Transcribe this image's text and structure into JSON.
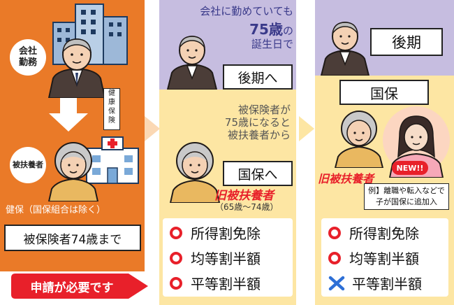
{
  "left": {
    "employed_tag": "会社\n勤務",
    "card_label": "健\n康\n保\n険",
    "dependent_tag": "被扶養者",
    "insurance_note": "健保（国保組合は除く）",
    "until_box": "被保険者74歳まで"
  },
  "middle": {
    "caption_pre": "会社に勤めていても",
    "caption_age": "75歳",
    "caption_suffix": "の",
    "caption_line3": "誕生日で",
    "to_late_stage": "後期へ",
    "note": "被保険者が\n75歳になると\n被扶養者から",
    "to_kokuho": "国保へ",
    "former_dependent": "旧被扶養者",
    "age_range": "（65歳～74歳）",
    "benefits": [
      "所得割免除",
      "均等割半額",
      "平等割半額"
    ]
  },
  "right": {
    "late_stage": "後期",
    "kokuho": "国保",
    "former_dependent": "旧被扶養者",
    "new_badge": "NEW!!",
    "example_note": "例】離職や転入などで\n子が国保に追加入",
    "benefits": [
      {
        "label": "所得割免除",
        "mark": "circle"
      },
      {
        "label": "均等割半額",
        "mark": "circle"
      },
      {
        "label": "平等割半額",
        "mark": "cross"
      }
    ]
  },
  "application_banner": "申請が必要です",
  "colors": {
    "orange": "#ea7a28",
    "lavender": "#c6bde0",
    "cream": "#fde6a3",
    "red": "#e8202a",
    "blue": "#2d6fd6"
  }
}
